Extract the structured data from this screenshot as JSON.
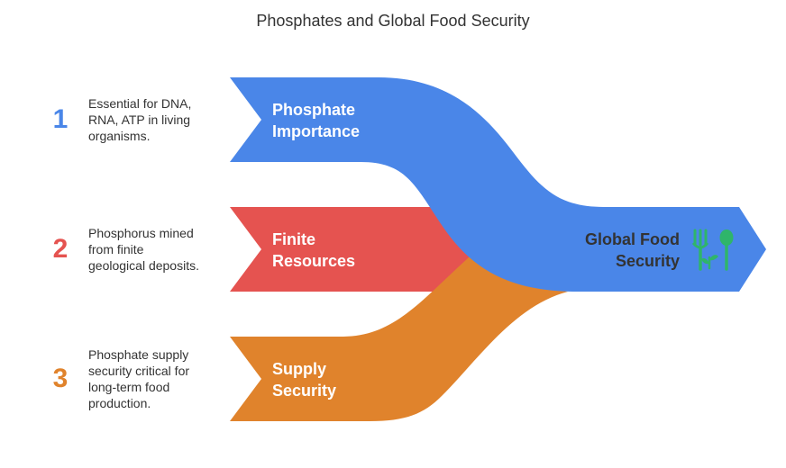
{
  "title": "Phosphates and Global Food Security",
  "colors": {
    "blue": "#4A86E8",
    "red": "#E55350",
    "orange": "#E0832C",
    "icon_green": "#2FB56A",
    "dark_text": "#333333"
  },
  "items": [
    {
      "number": "1",
      "label_lines": [
        "Phosphate",
        "Importance"
      ],
      "description_lines": [
        "Essential for DNA,",
        "RNA, ATP in living",
        "organisms."
      ]
    },
    {
      "number": "2",
      "label_lines": [
        "Finite",
        "Resources"
      ],
      "description_lines": [
        "Phosphorus mined",
        "from finite",
        "geological deposits."
      ]
    },
    {
      "number": "3",
      "label_lines": [
        "Supply",
        "Security"
      ],
      "description_lines": [
        "Phosphate supply",
        "security critical for",
        "long-term food",
        "production."
      ]
    }
  ],
  "target": {
    "label_lines": [
      "Global Food",
      "Security"
    ],
    "icon": "fork-and-spoon-icon"
  }
}
